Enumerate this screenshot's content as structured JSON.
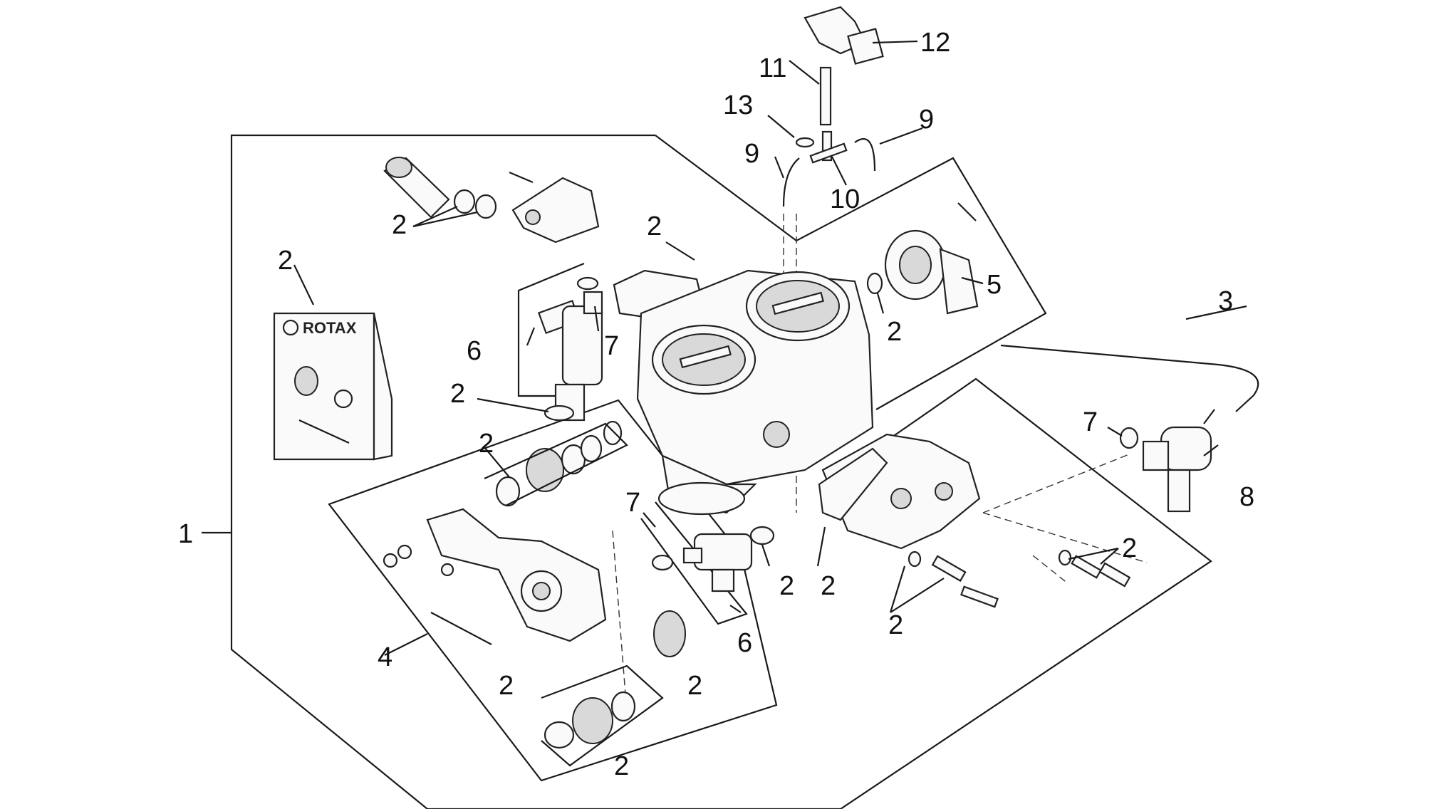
{
  "callouts": {
    "c1": "1",
    "c2": "2",
    "c3": "3",
    "c4": "4",
    "c5": "5",
    "c6": "6",
    "c7": "7",
    "c8": "8",
    "c9": "9",
    "c10": "10",
    "c11": "11",
    "c12": "12",
    "c13": "13"
  },
  "manual_kit": {
    "brand": "ROTAX"
  }
}
